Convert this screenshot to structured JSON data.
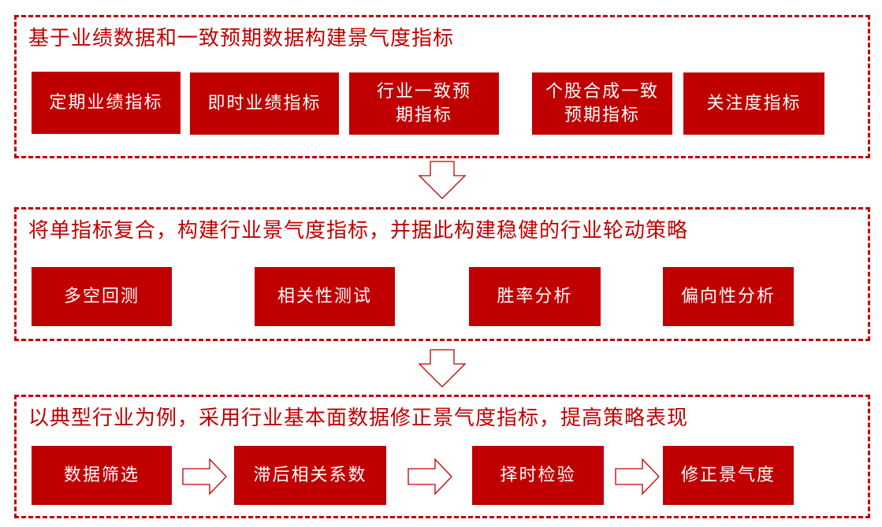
{
  "accent_color": "#C00000",
  "sections": [
    {
      "title": "基于业绩数据和一致预期数据构建景气度指标",
      "boxes": [
        "定期业绩指标",
        "即时业绩指标",
        "行业一致预期指标",
        "个股合成一致预期指标",
        "关注度指标"
      ]
    },
    {
      "title": "将单指标复合，构建行业景气度指标，并据此构建稳健的行业轮动策略",
      "boxes": [
        "多空回测",
        "相关性测试",
        "胜率分析",
        "偏向性分析"
      ]
    },
    {
      "title": "以典型行业为例，采用行业基本面数据修正景气度指标，提高策略表现",
      "boxes": [
        "数据筛选",
        "滞后相关系数",
        "择时检验",
        "修正景气度"
      ]
    }
  ],
  "icons": {
    "down_arrow": "outline-down-arrow-icon",
    "right_arrow": "outline-right-arrow-icon"
  }
}
